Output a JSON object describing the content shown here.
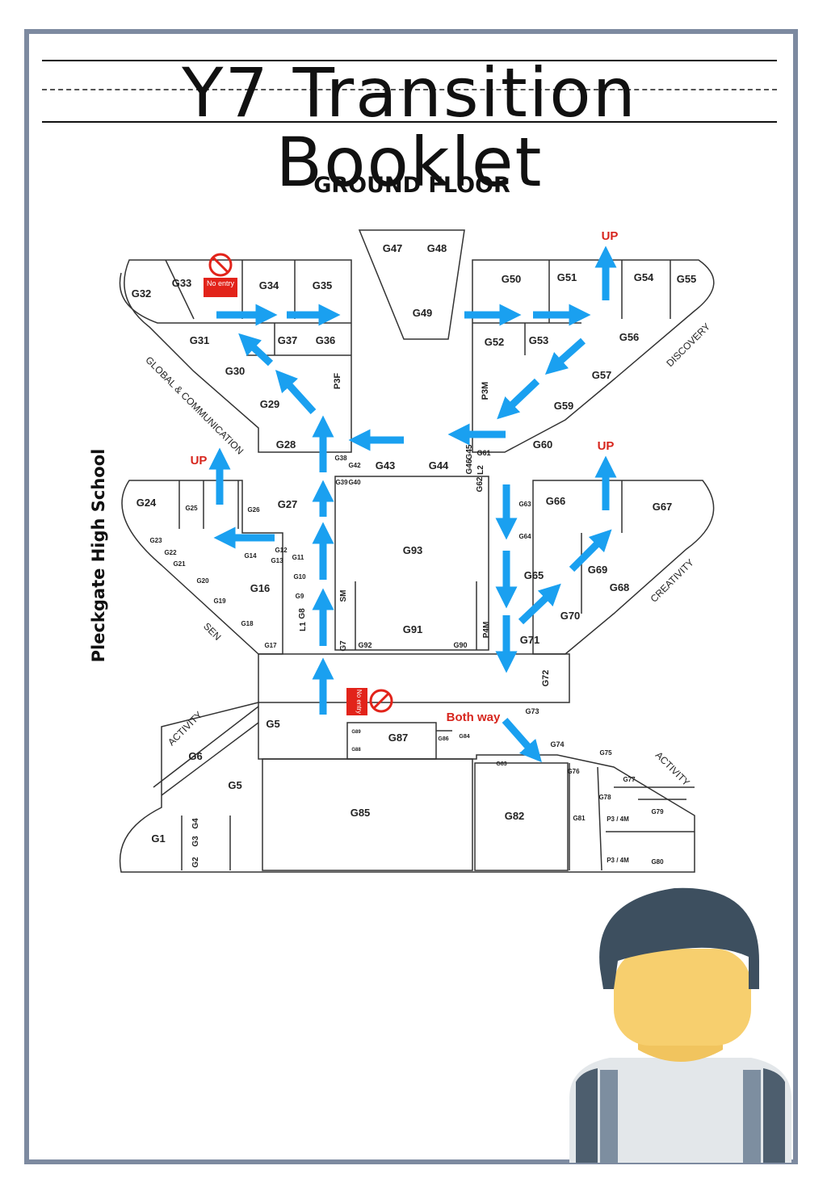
{
  "header": {
    "title": "Y7 Transition Booklet"
  },
  "floor_title": "GROUND FLOOR",
  "school_name": "Pleckgate High School",
  "colors": {
    "frame": "#7d8aa0",
    "arrow": "#1aa0f0",
    "no_entry_red": "#e2231a",
    "up_text": "#d7261e",
    "skin": "#f7cf6e",
    "hair": "#3d4f5f"
  },
  "labels": {
    "up_top": "UP",
    "up_right": "UP",
    "up_left": "UP",
    "no_entry_1": "No entry",
    "no_entry_2": "No entry",
    "both_way": "Both way",
    "global_comm": "GLOBAL & COMMUNICATION",
    "discovery": "DISCOVERY",
    "creativity": "CREATIVITY",
    "sen": "SEN",
    "activity_left": "ACTIVITY",
    "activity_right": "ACTIVITY"
  },
  "rooms": {
    "G32": "G32",
    "G33": "G33",
    "G34": "G34",
    "G35": "G35",
    "G47": "G47",
    "G48": "G48",
    "G49": "G49",
    "G50": "G50",
    "G51": "G51",
    "G54": "G54",
    "G55": "G55",
    "G31": "G31",
    "G37": "G37",
    "G36": "G36",
    "G52": "G52",
    "G53": "G53",
    "G56": "G56",
    "G30": "G30",
    "G57": "G57",
    "G29": "G29",
    "G59": "G59",
    "P3F": "P3F",
    "P3M": "P3M",
    "G28": "G28",
    "G43": "G43",
    "G44": "G44",
    "G60": "G60",
    "G61": "G61",
    "G42": "G42",
    "G40": "G40",
    "G39": "G39",
    "G38": "G38",
    "G46": "G46",
    "G45": "G45",
    "G62": "G62",
    "L2": "L2",
    "G24": "G24",
    "G25": "G25",
    "G26": "G26",
    "G27": "G27",
    "G63": "G63",
    "G66": "G66",
    "G67": "G67",
    "G64": "G64",
    "G23": "G23",
    "G22": "G22",
    "G21": "G21",
    "G20": "G20",
    "G19": "G19",
    "G18": "G18",
    "G17": "G17",
    "G14": "G14",
    "G13": "G13",
    "G12": "G12",
    "G11": "G11",
    "G10": "G10",
    "G9": "G9",
    "G8": "G8",
    "L1": "L1",
    "G16": "G16",
    "G93": "G93",
    "G65": "G65",
    "G69": "G69",
    "G68": "G68",
    "G70": "G70",
    "G91": "G91",
    "G92": "G92",
    "G90": "G90",
    "G7": "G7",
    "SM": "SM",
    "P4M": "P4M",
    "G71": "G71",
    "G72": "G72",
    "G73": "G73",
    "G5a": "G5",
    "G6": "G6",
    "G5b": "G5",
    "G89": "G89",
    "G88": "G88",
    "G87": "G87",
    "G86": "G86",
    "G84": "G84",
    "G74": "G74",
    "G75": "G75",
    "G83": "G83",
    "G76": "G76",
    "G77": "G77",
    "G78": "G78",
    "G79": "G79",
    "G85": "G85",
    "G82": "G82",
    "G81": "G81",
    "P34M_a": "P3 / 4M",
    "P34M_b": "P3 / 4M",
    "G80": "G80",
    "G1": "G1",
    "G2": "G2",
    "G3": "G3",
    "G4": "G4"
  }
}
